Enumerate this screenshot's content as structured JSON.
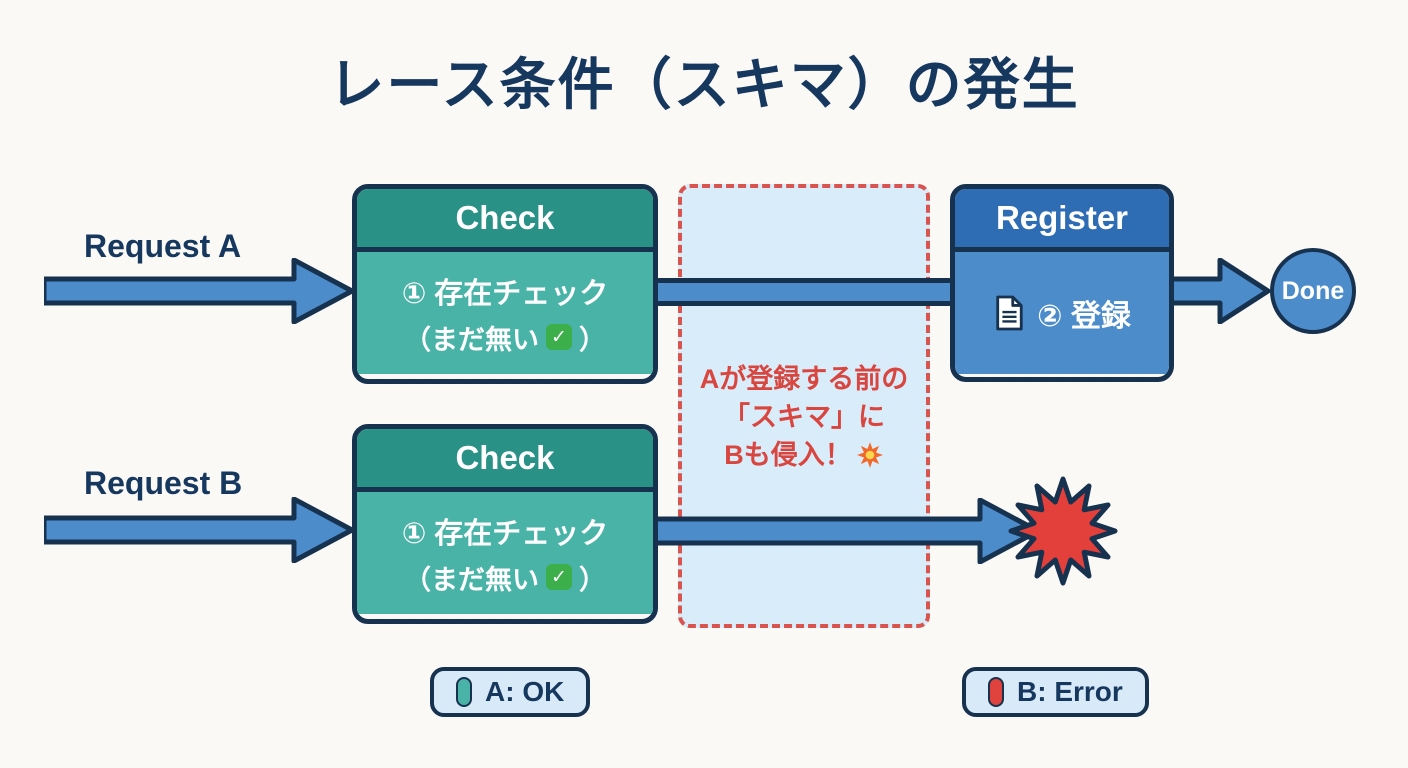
{
  "title": "レース条件（スキマ）の発生",
  "flow_a": {
    "request_label": "Request A",
    "check": {
      "header": "Check",
      "line1": "① 存在チェック",
      "line2_prefix": "（まだ無い",
      "line2_suffix": "）"
    },
    "register": {
      "header": "Register",
      "label": "② 登録"
    },
    "done_label": "Done"
  },
  "flow_b": {
    "request_label": "Request B",
    "check": {
      "header": "Check",
      "line1": "① 存在チェック",
      "line2_prefix": "（まだ無い",
      "line2_suffix": "）"
    }
  },
  "gap_note": {
    "line1": "Aが登録する前の",
    "line2": "「スキマ」に",
    "line3": "Bも侵入！"
  },
  "legend": {
    "a_label": "A: OK",
    "b_label": "B: Error"
  },
  "icons": {
    "check_glyph": "✓"
  },
  "colors": {
    "title": "#16375e",
    "teal_header": "#2a9187",
    "teal_body": "#49b3a7",
    "blue_header": "#2e6cb4",
    "blue_body": "#4d8ccb",
    "gap_fill": "#d9ecf9",
    "gap_border": "#d9534f",
    "gap_text": "#d9453f",
    "outline": "#16324f",
    "error_red": "#e0423d",
    "check_green": "#3cae4a"
  }
}
